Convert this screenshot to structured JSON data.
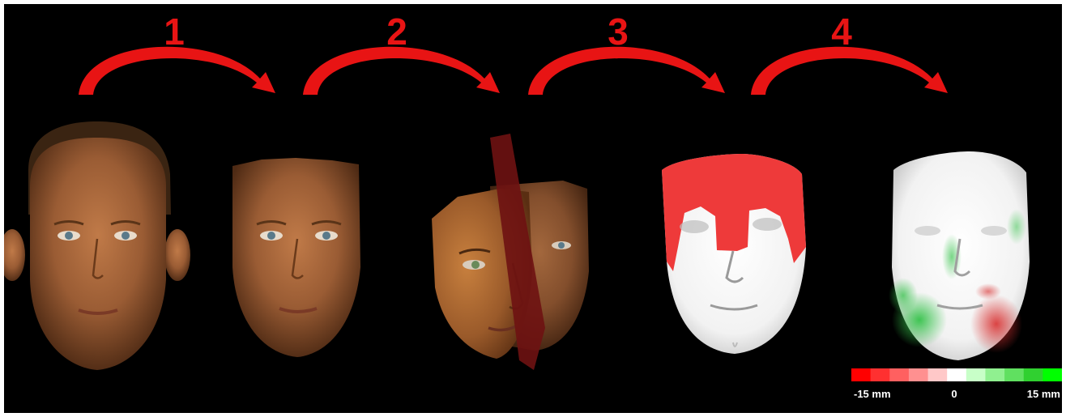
{
  "steps": [
    "1",
    "2",
    "3",
    "4"
  ],
  "colors": {
    "background": "#000000",
    "arrow": "#e81414",
    "skin": "#a8663c",
    "mesh": "#ffffff",
    "region": "#ee3a3a",
    "plane": "#6e1212"
  },
  "panels": [
    {
      "name": "full-head-scan",
      "content": "full 3D head scan with hair and ears"
    },
    {
      "name": "cropped-face-scan",
      "content": "cropped textured face surface"
    },
    {
      "name": "mirrored-face-scan",
      "content": "face rotated with red mid-sagittal mirror plane"
    },
    {
      "name": "registration-face-mesh",
      "content": "white face mesh with red forehead and cheek regions"
    },
    {
      "name": "deviation-color-map",
      "content": "white face mesh with red and green deviation areas"
    }
  ],
  "scale_bar": {
    "colors": [
      "#ff0000",
      "#ff3030",
      "#ff6060",
      "#ff9090",
      "#ffc8c8",
      "#ffffff",
      "#c8ffc8",
      "#90f090",
      "#60e060",
      "#30d030",
      "#00ff00"
    ],
    "min_label": "-15 mm",
    "mid_label": "0",
    "max_label": "15 mm"
  }
}
